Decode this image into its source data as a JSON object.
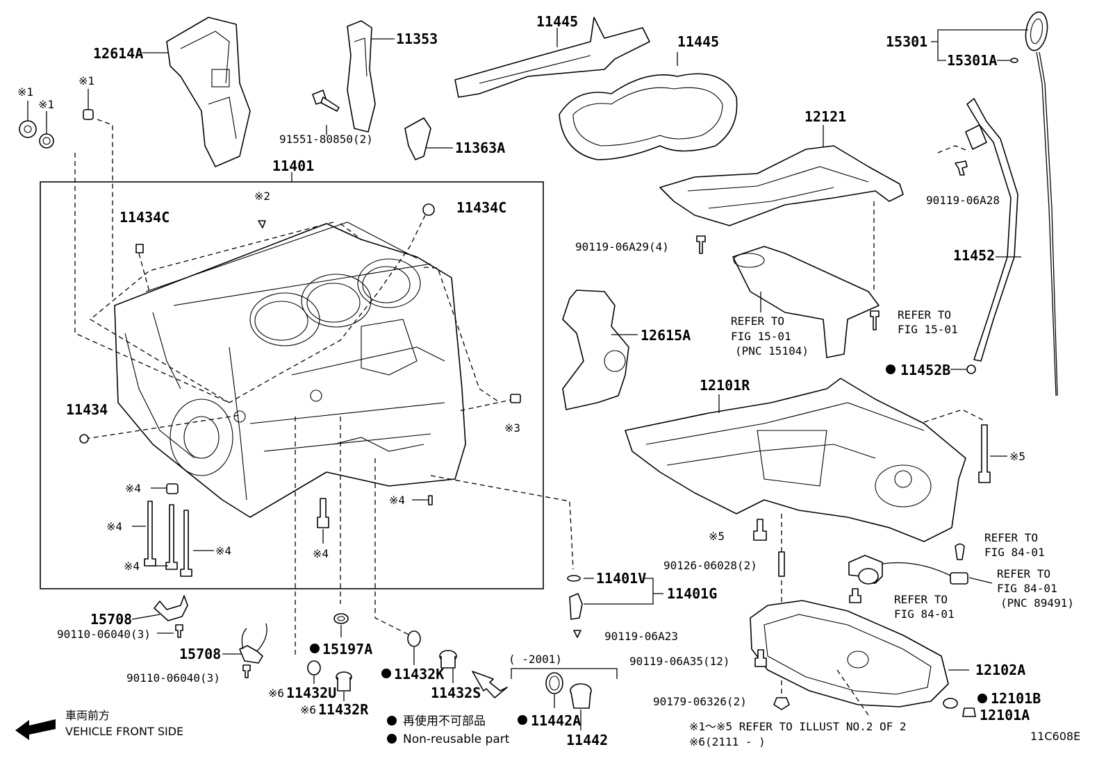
{
  "labels": {
    "l12614A": "12614A",
    "l11353": "11353",
    "l11445a": "11445",
    "l11445b": "11445",
    "l15301": "15301",
    "l15301A": "15301A",
    "l91551": "91551-80850(2)",
    "l11363A": "11363A",
    "l12121": "12121",
    "l90119_06A28": "90119-06A28",
    "l11401": "11401",
    "l11434C_a": "11434C",
    "l11434C_b": "11434C",
    "l90119_06A29": "90119-06A29(4)",
    "l11452": "11452",
    "l12615A": "12615A",
    "l11452B": "11452B",
    "l12101R": "12101R",
    "l11434": "11434",
    "l90126": "90126-06028(2)",
    "l11401V": "11401V",
    "l11401G": "11401G",
    "l90119_06A23": "90119-06A23",
    "l15708a": "15708",
    "l90110a": "90110-06040(3)",
    "l15708b": "15708",
    "l90110b": "90110-06040(3)",
    "l15197A": "15197A",
    "l11432K": "11432K",
    "l11432S": "11432S",
    "l11432U": "11432U",
    "l11432R": "11432R",
    "l11442A": "11442A",
    "l11442": "11442",
    "l90119_06A35": "90119-06A35(12)",
    "l12102A": "12102A",
    "l90179": "90179-06326(2)",
    "l12101B": "12101B",
    "l12101A": "12101A"
  },
  "marks": {
    "m1a": "※1",
    "m1b": "※1",
    "m1c": "※1",
    "m2": "※2",
    "m3": "※3",
    "m4a": "※4",
    "m4b": "※4",
    "m4c": "※4",
    "m4d": "※4",
    "m4e": "※4",
    "m4f": "※4",
    "m5a": "※5",
    "m5b": "※5",
    "m6a": "※6",
    "m6b": "※6"
  },
  "refs": {
    "r15_01a_1": "REFER TO",
    "r15_01a_2": "FIG 15-01",
    "r15_01a_3": "(PNC 15104)",
    "r15_01b_1": "REFER TO",
    "r15_01b_2": "FIG 15-01",
    "r84a_1": "REFER TO",
    "r84a_2": "FIG 84-01",
    "r84b_1": "REFER TO",
    "r84b_2": "FIG 84-01",
    "r84b_3": "(PNC 89491)",
    "r84c_1": "REFER TO",
    "r84c_2": "FIG 84-01"
  },
  "notes": {
    "date_range": "(     -2001)",
    "legend_jp": "再使用不可部品",
    "legend_en": "Non-reusable part",
    "front_jp": "車両前方",
    "front_en": "VEHICLE FRONT SIDE",
    "footnote1": "※1～※5 REFER TO ILLUST NO.2 OF 2",
    "footnote2": "※6(2111 -     )",
    "figure_code": "11C608E"
  }
}
